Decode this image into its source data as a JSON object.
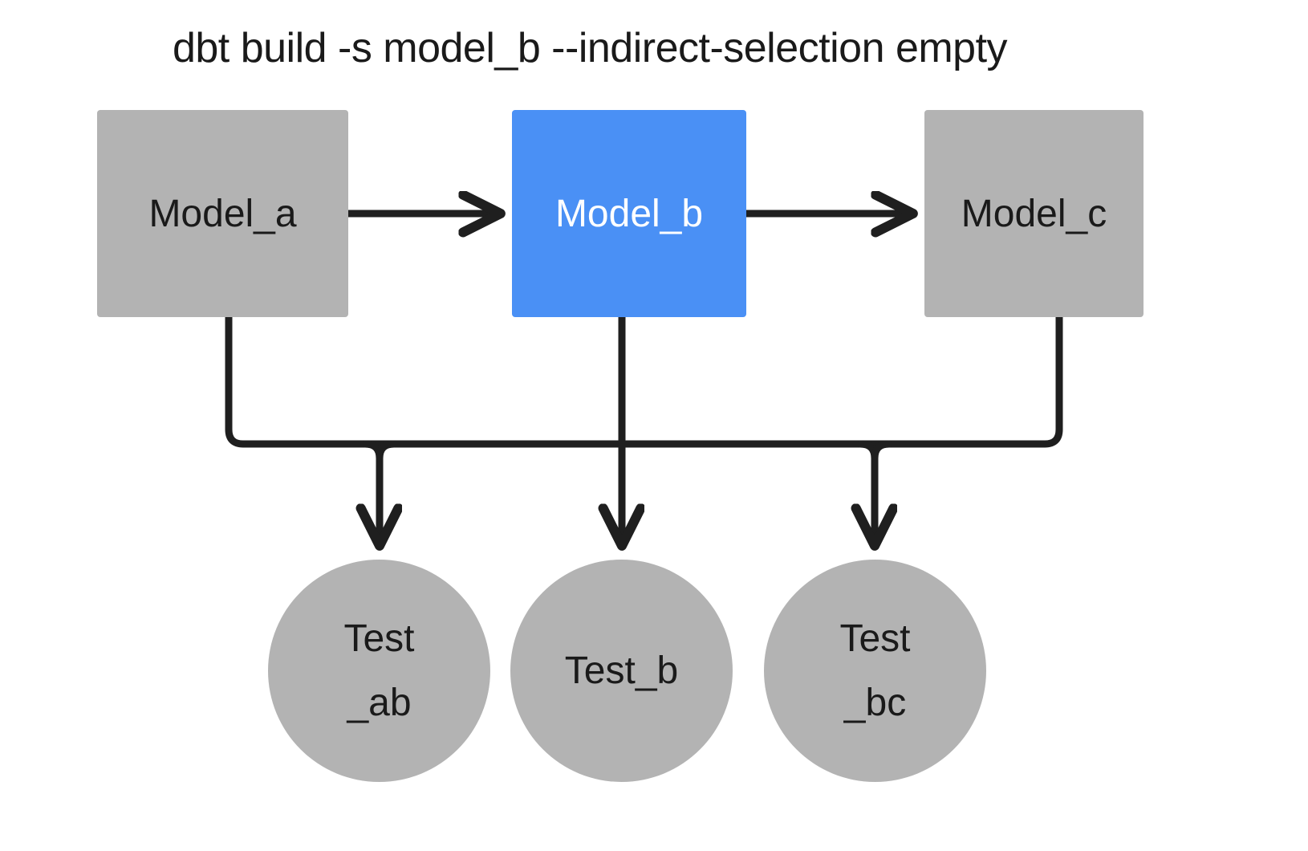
{
  "title": "dbt build -s model_b --indirect-selection empty",
  "colors": {
    "background": "#ffffff",
    "node_gray": "#b3b3b3",
    "node_selected_blue": "#4a90f5",
    "edge_stroke": "#1f1f1f",
    "text_dark": "#1a1a1a",
    "text_light": "#ffffff"
  },
  "models": [
    {
      "id": "model_a",
      "label": "Model_a",
      "shape": "rectangle",
      "fill": "#b3b3b3",
      "text_color": "#1a1a1a",
      "selected": false
    },
    {
      "id": "model_b",
      "label": "Model_b",
      "shape": "rectangle",
      "fill": "#4a90f5",
      "text_color": "#ffffff",
      "selected": true
    },
    {
      "id": "model_c",
      "label": "Model_c",
      "shape": "rectangle",
      "fill": "#b3b3b3",
      "text_color": "#1a1a1a",
      "selected": false
    }
  ],
  "tests": [
    {
      "id": "test_ab",
      "label": "Test_ab",
      "line1": "Test",
      "line2": "_ab",
      "shape": "circle",
      "fill": "#b3b3b3",
      "text_color": "#1a1a1a",
      "selected": false
    },
    {
      "id": "test_b",
      "label": "Test_b",
      "line1": "Test_b",
      "line2": "",
      "shape": "circle",
      "fill": "#b3b3b3",
      "text_color": "#1a1a1a",
      "selected": false
    },
    {
      "id": "test_bc",
      "label": "Test_bc",
      "line1": "Test",
      "line2": "_bc",
      "shape": "circle",
      "fill": "#b3b3b3",
      "text_color": "#1a1a1a",
      "selected": false
    }
  ],
  "edges": [
    {
      "from": "model_a",
      "to": "model_b",
      "style": "straight-arrow"
    },
    {
      "from": "model_b",
      "to": "model_c",
      "style": "straight-arrow"
    },
    {
      "from": "model_a",
      "to": "test_ab",
      "style": "elbow-arrow"
    },
    {
      "from": "model_b",
      "to": "test_ab",
      "style": "elbow-arrow"
    },
    {
      "from": "model_b",
      "to": "test_b",
      "style": "straight-arrow"
    },
    {
      "from": "model_b",
      "to": "test_bc",
      "style": "elbow-arrow"
    },
    {
      "from": "model_c",
      "to": "test_bc",
      "style": "elbow-arrow"
    }
  ]
}
